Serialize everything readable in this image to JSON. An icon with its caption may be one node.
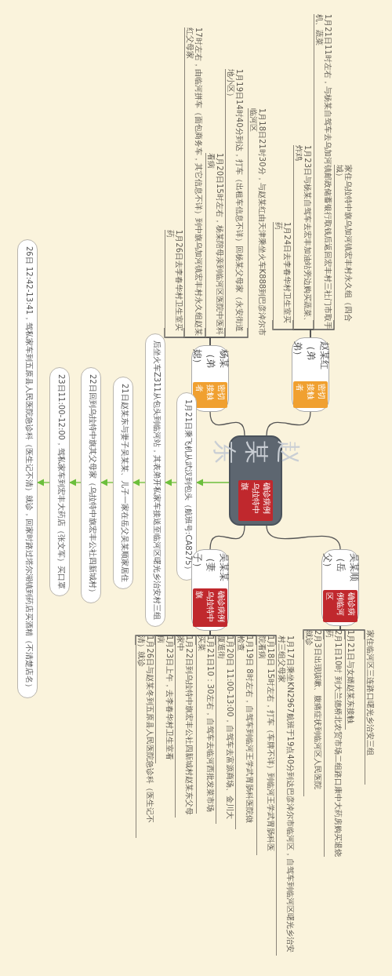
{
  "diagram": {
    "nodes": [
      {
        "text": [
          "赵某东",
          "确诊病例乌拉特中旗"
        ]
      },
      {
        "text": [
          "赵某红（弟弟）",
          "密切接触者"
        ]
      },
      {
        "text": [
          "家住乌拉特中旗乌加河镇宏丰村永久组（四合城）"
        ]
      },
      {
        "text": [
          "1月21日11时左右，与杨某自驾车去乌加河镇邮政储蓄银行取钱后返回宏丰村三社门市取手机、蔬菜"
        ]
      },
      {
        "text": [
          "1月23日与杨某自驾车去宏丰加油站旁边购买蔬菜、炸鸡"
        ]
      },
      {
        "text": [
          "1月24日去李春华村卫生室买药"
        ]
      },
      {
        "text": [
          "杨某（弟媳）",
          "密切接触者"
        ]
      },
      {
        "text": [
          "1月18日21时30分，与赵某红由天津乘坐火车K888到巴彦淖尔市临河区"
        ]
      },
      {
        "text": [
          "1月19日14时40分到达，打车（出租车信息不详）回杨某父母家（永安街道地小区）"
        ]
      },
      {
        "text": [
          "1月20日15时左右，杨某陪母亲到临河区医院中医科看病"
        ]
      },
      {
        "text": [
          "17时左右，由临河拼车（面包商务车，其它信息不详）到中旗乌加河镇宏丰村永久组赵某红父母家"
        ]
      },
      {
        "text": [
          "1月26日去李春华村卫生室买药"
        ]
      },
      {
        "text": [
          "1月21日乘飞机从武汉到包头（航班号:CA8275）"
        ]
      },
      {
        "text": [
          "后坐火车Z311从包头到临河站，其表弟开私家车接送至临河区曙光乡治安村三组"
        ]
      },
      {
        "text": [
          "21日赵某东与妻子吴某某、儿子一家在岳父吴某顺家居住"
        ]
      },
      {
        "text": [
          "22日回到乌拉特中旗其父母家（乌拉特中旗宏丰公社四新城村）"
        ]
      },
      {
        "text": [
          "23日11:00-12:00，驾私家车到宏丰大药店（张文军）买口罩"
        ]
      },
      {
        "text": [
          "26日 12:42-13:41，驾私家车到五原县人民医院急诊科（医生记不清）就诊，回家时路过塔尔湖镇到药店买酒精（不清楚店名）"
        ]
      },
      {
        "text": [
          "吴某某（妻子）",
          "确诊病例乌拉特中旗"
        ]
      },
      {
        "text": [
          "1月17日乘坐KN2967航班于19点40分到达巴彦淖尔市临河区，自驾车到临河区曙光乡治安村三组父母家"
        ]
      },
      {
        "text": [
          "1月18日 15时左右，打车（车牌不详）到临河王学武胃肠科医院看病"
        ]
      },
      {
        "text": [
          "1月19日 8时左右，自驾车到临河王学武胃肠科医院做检查"
        ]
      },
      {
        "text": [
          "1月20日 11:00-13:00，自驾车去富源商场、金川大厦逛街"
        ]
      },
      {
        "text": [
          "1月21日10：30左右，自驾车去临河西批发菜市场买菜"
        ]
      },
      {
        "text": [
          "1月22日到乌拉特中旗宏丰公社四新城村赵某东父母家中"
        ]
      },
      {
        "text": [
          "1月23日上午，去李春华村卫生室看病"
        ]
      },
      {
        "text": [
          "1月26日与赵某冬到五原县人民医院急诊科（医生记不清）就诊"
        ]
      },
      {
        "text": [
          "吴某顺（岳父）",
          "确诊病例临河区"
        ]
      },
      {
        "text": [
          "家住临河区三连路口曙光乡治安三组"
        ]
      },
      {
        "text": [
          "1月21日与女婿赵某东接触"
        ]
      },
      {
        "text": [
          "2月1日10时 到大兰德桥北农贸市场二组路口康中大药房购买退烧药"
        ]
      },
      {
        "text": [
          "2月3日出现咳嗽、腹痛症状到临河区人民医院就诊"
        ]
      }
    ],
    "edges": [
      {
        "from": 0,
        "to": 1,
        "arrow": "none"
      },
      {
        "from": 1,
        "to": 2,
        "arrow": "none"
      },
      {
        "from": 1,
        "to": 3,
        "arrow": "none"
      },
      {
        "from": 1,
        "to": 4,
        "arrow": "none"
      },
      {
        "from": 1,
        "to": 5,
        "arrow": "none"
      },
      {
        "from": 0,
        "to": 6,
        "arrow": "none"
      },
      {
        "from": 6,
        "to": 7,
        "arrow": "none"
      },
      {
        "from": 6,
        "to": 8,
        "arrow": "none"
      },
      {
        "from": 6,
        "to": 9,
        "arrow": "none"
      },
      {
        "from": 6,
        "to": 10,
        "arrow": "none"
      },
      {
        "from": 6,
        "to": 11,
        "arrow": "none"
      },
      {
        "from": 0,
        "to": 12,
        "arrow": "to",
        "color": "#6cbf3c"
      },
      {
        "from": 12,
        "to": 13,
        "arrow": "to",
        "color": "#6cbf3c"
      },
      {
        "from": 13,
        "to": 14,
        "arrow": "to",
        "color": "#6cbf3c"
      },
      {
        "from": 14,
        "to": 15,
        "arrow": "to",
        "color": "#6cbf3c"
      },
      {
        "from": 15,
        "to": 16,
        "arrow": "to",
        "color": "#6cbf3c"
      },
      {
        "from": 16,
        "to": 17,
        "arrow": "to",
        "color": "#6cbf3c"
      },
      {
        "from": 0,
        "to": 18,
        "arrow": "none"
      },
      {
        "from": 18,
        "to": 19,
        "arrow": "none"
      },
      {
        "from": 18,
        "to": 20,
        "arrow": "none"
      },
      {
        "from": 18,
        "to": 21,
        "arrow": "none"
      },
      {
        "from": 18,
        "to": 22,
        "arrow": "none"
      },
      {
        "from": 18,
        "to": 23,
        "arrow": "none"
      },
      {
        "from": 18,
        "to": 24,
        "arrow": "none"
      },
      {
        "from": 18,
        "to": 25,
        "arrow": "none"
      },
      {
        "from": 18,
        "to": 26,
        "arrow": "none"
      },
      {
        "from": 0,
        "to": 27,
        "arrow": "none"
      },
      {
        "from": 27,
        "to": 28,
        "arrow": "none"
      },
      {
        "from": 27,
        "to": 29,
        "arrow": "none"
      },
      {
        "from": 27,
        "to": 30,
        "arrow": "none"
      },
      {
        "from": 27,
        "to": 31,
        "arrow": "none"
      }
    ]
  }
}
